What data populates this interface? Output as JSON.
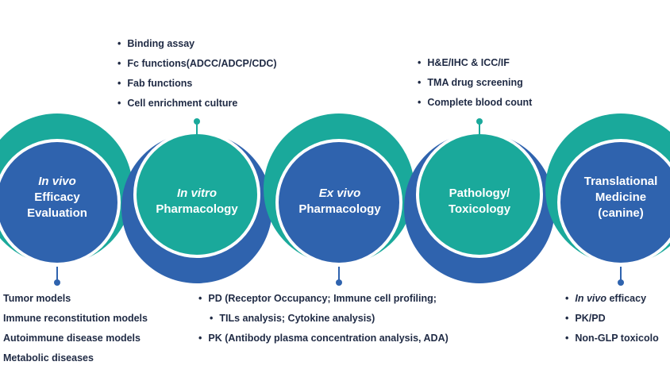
{
  "colors": {
    "teal": "#1aa99b",
    "teal_dark": "#149184",
    "blue": "#2f63ae",
    "blue_dark": "#1f4f99",
    "text": "#1f2a44"
  },
  "stages": [
    {
      "line1": "In vivo",
      "line1_italic": true,
      "line2": "Efficacy",
      "line3": "Evaluation",
      "fill": "#2f63ae"
    },
    {
      "line1": "In vitro",
      "line1_italic": true,
      "line2": "Pharmacology",
      "line3": "",
      "fill": "#1aa99b"
    },
    {
      "line1": "Ex vivo",
      "line1_italic": true,
      "line2": "Pharmacology",
      "line3": "",
      "fill": "#2f63ae"
    },
    {
      "line1": "Pathology/",
      "line1_italic": false,
      "line2": "Toxicology",
      "line3": "",
      "fill": "#1aa99b"
    },
    {
      "line1": "Translational",
      "line1_italic": false,
      "line2": "Medicine",
      "line3": "(canine)",
      "fill": "#2f63ae"
    }
  ],
  "lists": {
    "in_vitro": [
      "Binding assay",
      "Fc functions(ADCC/ADCP/CDC)",
      "Fab functions",
      "Cell enrichment culture"
    ],
    "pathology": [
      "H&E/IHC & ICC/IF",
      "TMA drug screening",
      "Complete blood count"
    ],
    "in_vivo": [
      "Tumor models",
      "Immune reconstitution models",
      "Autoimmune disease models",
      "Metabolic diseases"
    ],
    "ex_vivo": [
      "PD (Receptor Occupancy; Immune cell profiling;",
      "TILs analysis; Cytokine analysis)",
      "PK (Antibody plasma concentration analysis, ADA)"
    ],
    "translational": {
      "item1_em": "In vivo",
      "item1_rest": " efficacy",
      "item2": "PK/PD",
      "item3": "Non-GLP toxicolo"
    }
  }
}
